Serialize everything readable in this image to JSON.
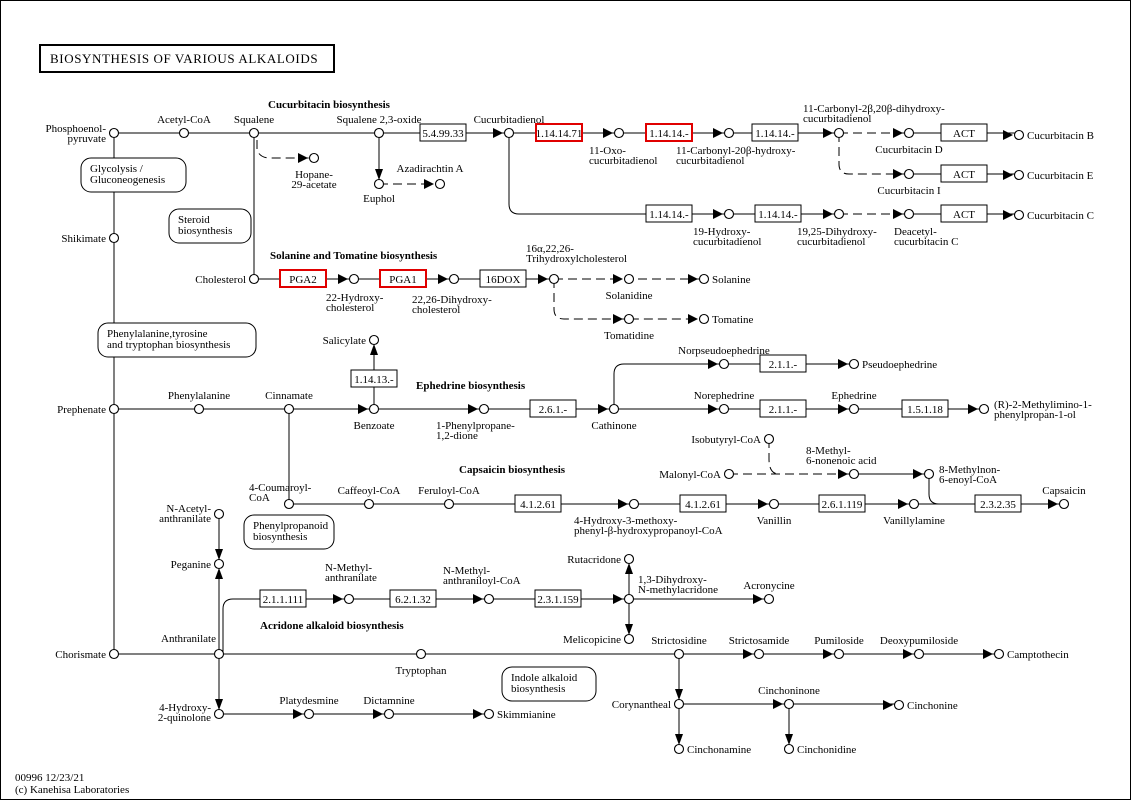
{
  "title": "BIOSYNTHESIS OF VARIOUS ALKALOIDS",
  "footer": {
    "map_id": "00996 12/23/21",
    "copyright": "(c) Kanehisa Laboratories"
  },
  "colors": {
    "highlight": "#e00000",
    "line": "#000000",
    "background": "#ffffff"
  },
  "sections": {
    "cucurbitacin": "Cucurbitacin biosynthesis",
    "solanine": "Solanine and Tomatine biosynthesis",
    "ephedrine": "Ephedrine biosynthesis",
    "capsaicin": "Capsaicin biosynthesis",
    "acridone": "Acridone alkaloid biosynthesis"
  },
  "maps": {
    "glycolysis": [
      "Glycolysis /",
      "Gluconeogenesis"
    ],
    "steroid": [
      "Steroid",
      "biosynthesis"
    ],
    "phe": [
      "Phenylalanine,tyrosine",
      "and tryptophan biosynthesis"
    ],
    "phenylpropanoid": [
      "Phenylpropanoid",
      "biosynthesis"
    ],
    "indole": [
      "Indole alkaloid",
      "biosynthesis"
    ]
  },
  "enzymes": {
    "e549933": "5.4.99.33",
    "e11414471": "1.14.14.71",
    "e11414a": "1.14.14.-",
    "e11414b": "1.14.14.-",
    "e11414c": "1.14.14.-",
    "e11414d": "1.14.14.-",
    "act1": "ACT",
    "act2": "ACT",
    "act3": "ACT",
    "pga2": "PGA2",
    "pga1": "PGA1",
    "dox16": "16DOX",
    "e11413": "1.14.13.-",
    "e261": "2.6.1.-",
    "e211a": "2.1.1.-",
    "e211b": "2.1.1.-",
    "e15118": "1.5.1.18",
    "e41261a": "4.1.2.61",
    "e41261b": "4.1.2.61",
    "e261119": "2.6.1.119",
    "e23235": "2.3.2.35",
    "e211111": "2.1.1.111",
    "e62132": "6.2.1.32",
    "e231159": "2.3.1.159"
  },
  "highlighted_enzymes": [
    "1.14.14.71",
    "1.14.14.-",
    "PGA2",
    "PGA1"
  ],
  "compounds": {
    "pep": [
      "Phosphoenol-",
      "pyruvate"
    ],
    "acetylcoa": [
      "Acetyl-CoA"
    ],
    "squalene": [
      "Squalene"
    ],
    "squalene_oxide": [
      "Squalene 2,3-oxide"
    ],
    "cucurbitadienol": [
      "Cucurbitadienol"
    ],
    "hopane": [
      "Hopane-",
      "29-acetate"
    ],
    "euphol": [
      "Euphol"
    ],
    "azadirachtin": [
      "Azadirachtin A"
    ],
    "oxo_cuc": [
      "11-Oxo-",
      "cucurbitadienol"
    ],
    "carbonyl20": [
      "11-Carbonyl-20β-hydroxy-",
      "cucurbitadienol"
    ],
    "carbonyl220": [
      "11-Carbonyl-2β,20β-dihydroxy-",
      "cucurbitadienol"
    ],
    "cuc_d": [
      "Cucurbitacin D"
    ],
    "cuc_i": [
      "Cucurbitacin I"
    ],
    "cuc_b": [
      "Cucurbitacin B"
    ],
    "cuc_e": [
      "Cucurbitacin E"
    ],
    "cuc_c": [
      "Cucurbitacin C"
    ],
    "hydroxy19": [
      "19-Hydroxy-",
      "cucurbitadienol"
    ],
    "dihydroxy1925": [
      "19,25-Dihydroxy-",
      "cucurbitadienol"
    ],
    "deacetyl_c": [
      "Deacetyl-",
      "cucurbitacin C"
    ],
    "shikimate": [
      "Shikimate"
    ],
    "cholesterol": [
      "Cholesterol"
    ],
    "hydroxychol22": [
      "22-Hydroxy-",
      "cholesterol"
    ],
    "dihydroxychol": [
      "22,26-Dihydroxy-",
      "cholesterol"
    ],
    "trihydroxychol": [
      "16α,22,26-",
      "Trihydroxylcholesterol"
    ],
    "solanidine": [
      "Solanidine"
    ],
    "solanine": [
      "Solanine"
    ],
    "tomatidine": [
      "Tomatidine"
    ],
    "tomatine": [
      "Tomatine"
    ],
    "salicylate": [
      "Salicylate"
    ],
    "prephenate": [
      "Prephenate"
    ],
    "phenylalanine": [
      "Phenylalanine"
    ],
    "cinnamate": [
      "Cinnamate"
    ],
    "benzoate": [
      "Benzoate"
    ],
    "phenylpropanedione": [
      "1-Phenylpropane-",
      "1,2-dione"
    ],
    "cathinone": [
      "Cathinone"
    ],
    "norpseudoephedrine": [
      "Norpseudoephedrine"
    ],
    "pseudoephedrine": [
      "Pseudoephedrine"
    ],
    "norephedrine": [
      "Norephedrine"
    ],
    "ephedrine": [
      "Ephedrine"
    ],
    "methylimino": [
      "(R)-2-Methylimino-1-",
      "phenylpropan-1-ol"
    ],
    "isobutyrylcoa": [
      "Isobutyryl-CoA"
    ],
    "malonylcoa": [
      "Malonyl-CoA"
    ],
    "methylnonenoic": [
      "8-Methyl-",
      "6-nonenoic acid"
    ],
    "methylnonenoyl": [
      "8-Methylnon-",
      "6-enoyl-CoA"
    ],
    "coumaroyl": [
      "4-Coumaroyl-",
      "CoA"
    ],
    "caffeoyl": [
      "Caffeoyl-CoA"
    ],
    "feruloyl": [
      "Feruloyl-CoA"
    ],
    "hmphp": [
      "4-Hydroxy-3-methoxy-",
      "phenyl-β-hydroxypropanoyl-CoA"
    ],
    "vanillin": [
      "Vanillin"
    ],
    "vanillylamine": [
      "Vanillylamine"
    ],
    "capsaicin": [
      "Capsaicin"
    ],
    "nacetylanth": [
      "N-Acetyl-",
      "anthranilate"
    ],
    "peganine": [
      "Peganine"
    ],
    "nmethylanth": [
      "N-Methyl-",
      "anthranilate"
    ],
    "nmethylanthcoa": [
      "N-Methyl-",
      "anthraniloyl-CoA"
    ],
    "rutacridone": [
      "Rutacridone"
    ],
    "dihydroxyacridone": [
      "1,3-Dihydroxy-",
      "N-methylacridone"
    ],
    "acronycine": [
      "Acronycine"
    ],
    "melicopicine": [
      "Melicopicine"
    ],
    "chorismate": [
      "Chorismate"
    ],
    "anthranilate": [
      "Anthranilate"
    ],
    "tryptophan": [
      "Tryptophan"
    ],
    "strictosidine": [
      "Strictosidine"
    ],
    "strictosamide": [
      "Strictosamide"
    ],
    "pumiloside": [
      "Pumiloside"
    ],
    "deoxypumiloside": [
      "Deoxypumiloside"
    ],
    "camptothecin": [
      "Camptothecin"
    ],
    "corynantheal": [
      "Corynantheal"
    ],
    "cinchoninone": [
      "Cinchoninone"
    ],
    "cinchonine": [
      "Cinchonine"
    ],
    "cinchonamine": [
      "Cinchonamine"
    ],
    "cinchonidine": [
      "Cinchonidine"
    ],
    "hydroxyquinolone": [
      "4-Hydroxy-",
      "2-quinolone"
    ],
    "platydesmine": [
      "Platydesmine"
    ],
    "dictamnine": [
      "Dictamnine"
    ],
    "skimmianine": [
      "Skimmianine"
    ]
  }
}
